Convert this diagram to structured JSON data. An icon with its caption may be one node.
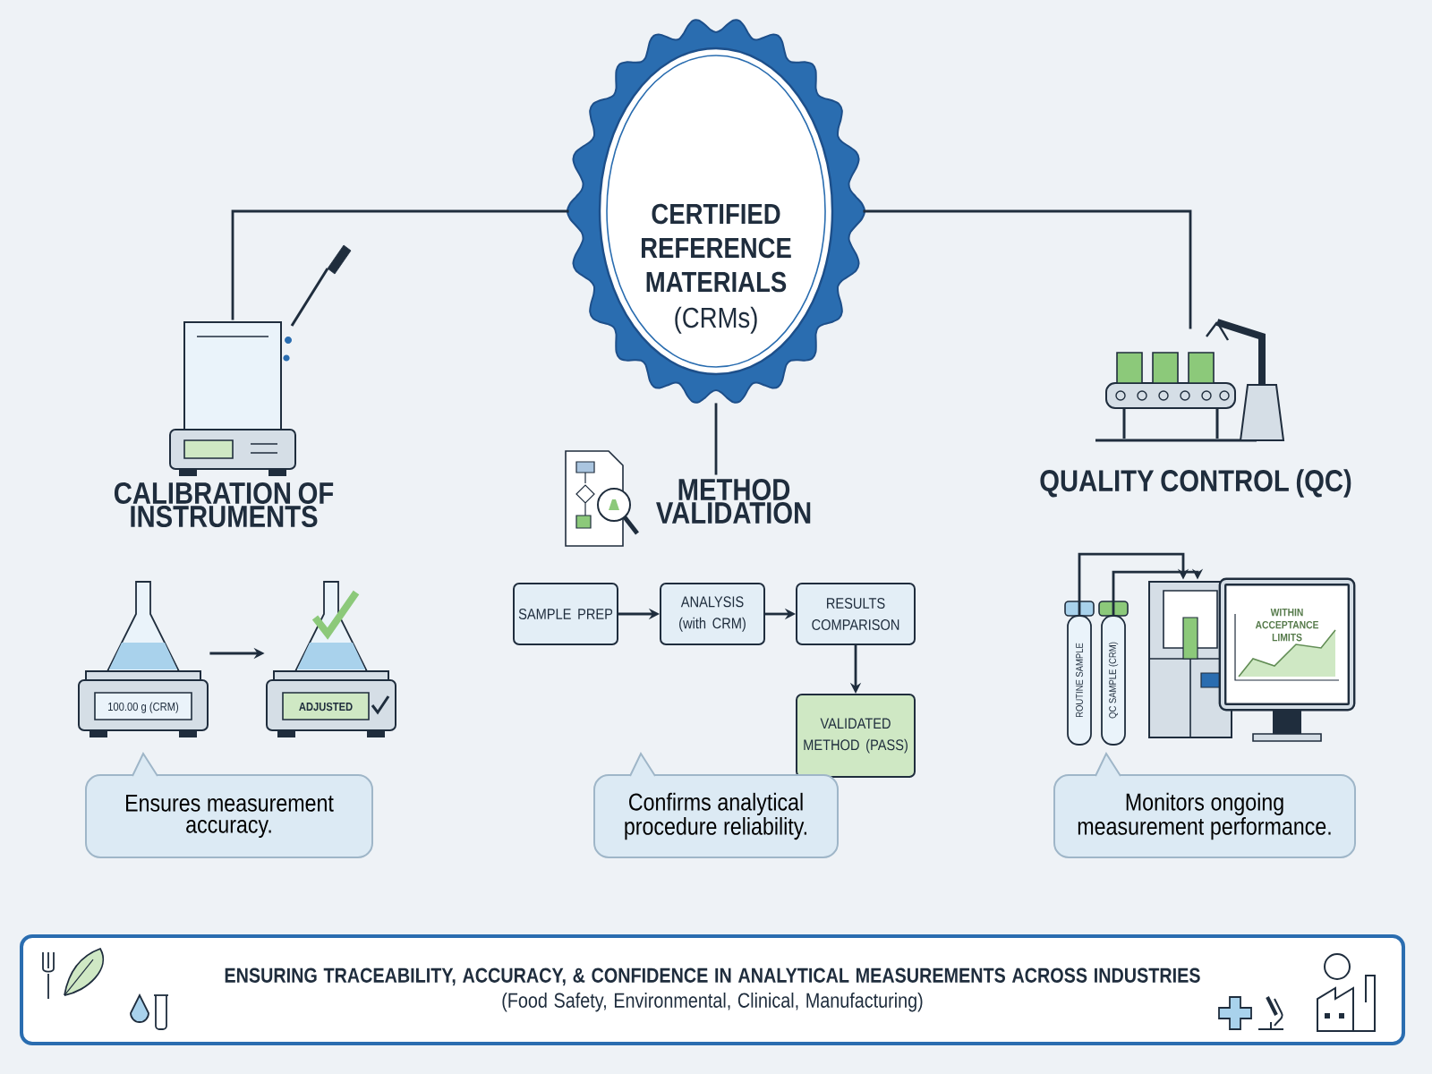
{
  "diagram": {
    "nodes": [
      {
        "text": [
          "CERTIFIED REFERENCE MATERIALS",
          "(CRMs)"
        ]
      },
      {
        "text": [],
        "shape": "picture"
      },
      {
        "text": [],
        "shape": "picture"
      },
      {
        "text": [
          "METHOD VALIDATION"
        ]
      },
      {
        "text": [
          "100.00 g (CRM)"
        ]
      },
      {
        "text": [
          "ADJUSTED"
        ]
      },
      {
        "text": [
          "Ensures measurement accuracy."
        ]
      },
      {
        "text": [
          "SAMPLE PREP"
        ]
      },
      {
        "text": [
          "ANALYSIS (with CRM)"
        ]
      },
      {
        "text": [
          "RESULTS COMPARISON"
        ]
      },
      {
        "text": [
          "VALIDATED METHOD (PASS)"
        ]
      },
      {
        "text": [
          "Confirms analytical procedure reliability."
        ]
      },
      {
        "text": [
          "ROUTINE SAMPLE"
        ]
      },
      {
        "text": [
          "QC SAMPLE (CRM)"
        ]
      },
      {
        "text": [],
        "shape": "picture"
      },
      {
        "text": [
          "WITHIN ACCEPTANCE LIMITS"
        ]
      },
      {
        "text": [
          "Monitors ongoing measurement performance."
        ]
      },
      {
        "text": [
          "ENSURING TRACEABILITY, ACCURACY, & CONFIDENCE IN ANALYTICAL MEASUREMENTS ACROSS INDUSTRIES",
          "(Food Safety, Environmental, Clinical, Manufacturing)"
        ]
      }
    ],
    "edges": [
      {
        "from": 0,
        "to": 1,
        "arrow": "none"
      },
      {
        "from": 0,
        "to": 2,
        "arrow": "none"
      },
      {
        "from": 0,
        "to": 3,
        "arrow": "none"
      },
      {
        "from": 4,
        "to": 5,
        "arrow": "to"
      },
      {
        "from": 7,
        "to": 8,
        "arrow": "to"
      },
      {
        "from": 8,
        "to": 9,
        "arrow": "to"
      },
      {
        "from": 9,
        "to": 10,
        "arrow": "to"
      },
      {
        "from": 12,
        "to": 14,
        "arrow": "to"
      },
      {
        "from": 13,
        "to": 14,
        "arrow": "to"
      }
    ],
    "labels": [
      "CALIBRATION OF INSTRUMENTS",
      "QUALITY CONTROL (QC)"
    ]
  }
}
